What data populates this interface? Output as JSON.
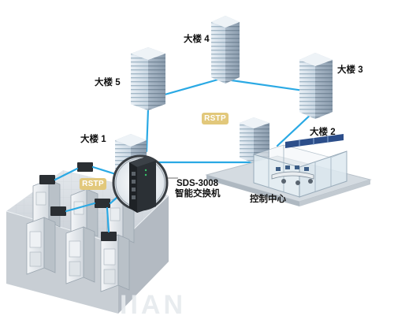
{
  "buildings": {
    "b1": "大楼 1",
    "b2": "大楼 2",
    "b3": "大楼 3",
    "b4": "大楼 4",
    "b5": "大楼 5"
  },
  "control_center": "控制中心",
  "device": {
    "model": "SDS-3008",
    "name": "智能交换机"
  },
  "rstp_badges": [
    "RSTP",
    "RSTP"
  ],
  "watermark": "IIAN",
  "colors": {
    "ring_link": "#2aa9e4",
    "rstp_badge": "#e2c87b",
    "building_glass": "#d7e4ee",
    "building_stripe": "#8fa6b8",
    "floor_gray": "#d9dfe5"
  }
}
